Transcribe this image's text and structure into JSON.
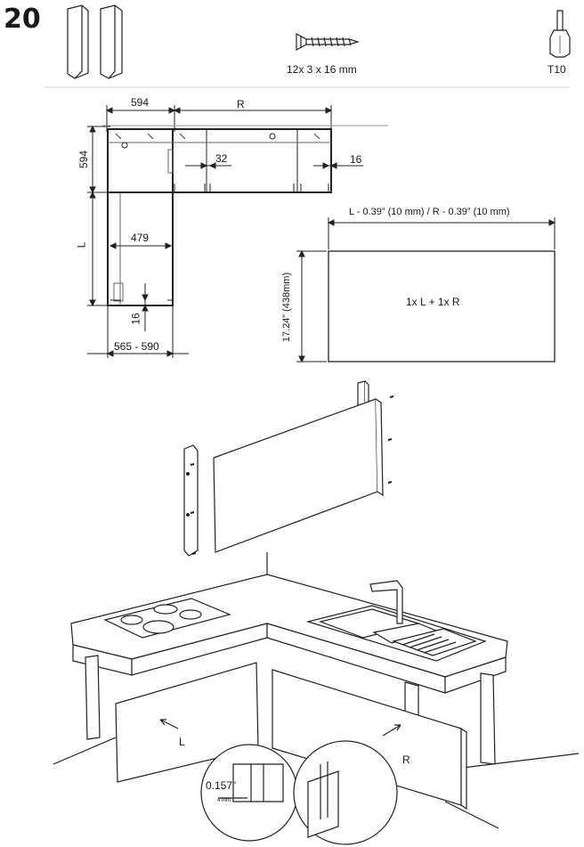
{
  "step": {
    "number": "20"
  },
  "parts": {
    "screw_label": "12x 3 x 16 mm",
    "bit_label": "T10"
  },
  "plan": {
    "dim_width_corner": "594",
    "dim_right": "R",
    "dim_height_corner": "594",
    "dim_left": "L",
    "dim_gap_32": "32",
    "dim_gap_16_right": "16",
    "dim_depth_479": "479",
    "dim_gap_16_bottom": "16",
    "dim_range": "565 - 590"
  },
  "panel_spec": {
    "width_label": "L - 0.39” (10 mm) / R - 0.39” (10 mm)",
    "height_label": "17.24” (438mm)",
    "quantity_label": "1x L  + 1x R"
  },
  "kitchen": {
    "label_left": "L",
    "label_right": "R",
    "detail_inch": "0.157”",
    "detail_mm": "4 mm"
  }
}
